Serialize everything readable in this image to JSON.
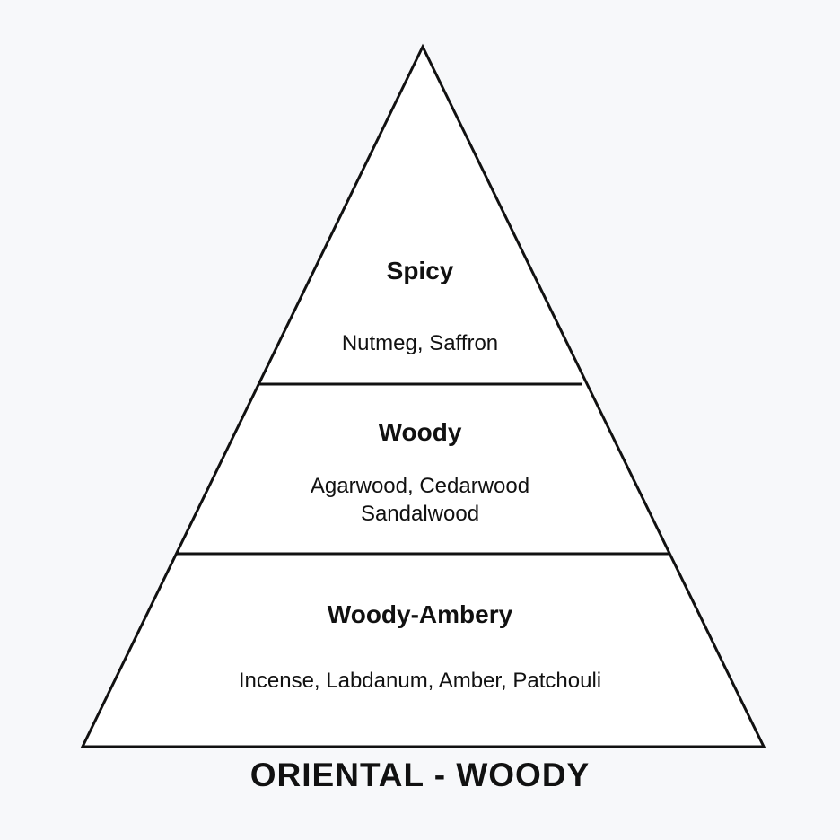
{
  "pyramid": {
    "tiers": [
      {
        "title": "Spicy",
        "notes": [
          "Nutmeg, Saffron"
        ]
      },
      {
        "title": "Woody",
        "notes": [
          "Agarwood, Cedarwood",
          "Sandalwood"
        ]
      },
      {
        "title": "Woody-Ambery",
        "notes": [
          "Incense, Labdanum, Amber, Patchouli"
        ]
      }
    ],
    "family": "ORIENTAL - WOODY"
  },
  "colors": {
    "background": "#f7f8fa",
    "fill": "#ffffff",
    "stroke": "#111111",
    "text": "#111111"
  }
}
